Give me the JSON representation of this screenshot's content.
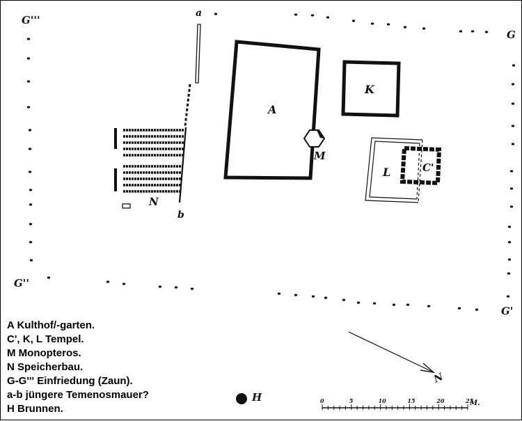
{
  "labels": {
    "g3": "G'''",
    "g": "G",
    "g2": "G''",
    "g1": "G'",
    "a_small": "a",
    "b_small": "b",
    "A": "A",
    "K": "K",
    "M": "M",
    "L": "L",
    "C1": "C'",
    "N": "N",
    "H": "H",
    "north": "N"
  },
  "legend": [
    "A Kulthof/-garten.",
    "C', K, L Tempel.",
    "M Monopteros.",
    "N Speicherbau.",
    "G-G''' Einfriedung (Zaun).",
    "a-b jüngere Temenosmauer?",
    "H Brunnen."
  ],
  "scale": {
    "ticks": [
      "0",
      "5",
      "10",
      "15",
      "20",
      "25"
    ],
    "unit": "M."
  },
  "colors": {
    "ink": "#111111",
    "background": "#ffffff"
  }
}
